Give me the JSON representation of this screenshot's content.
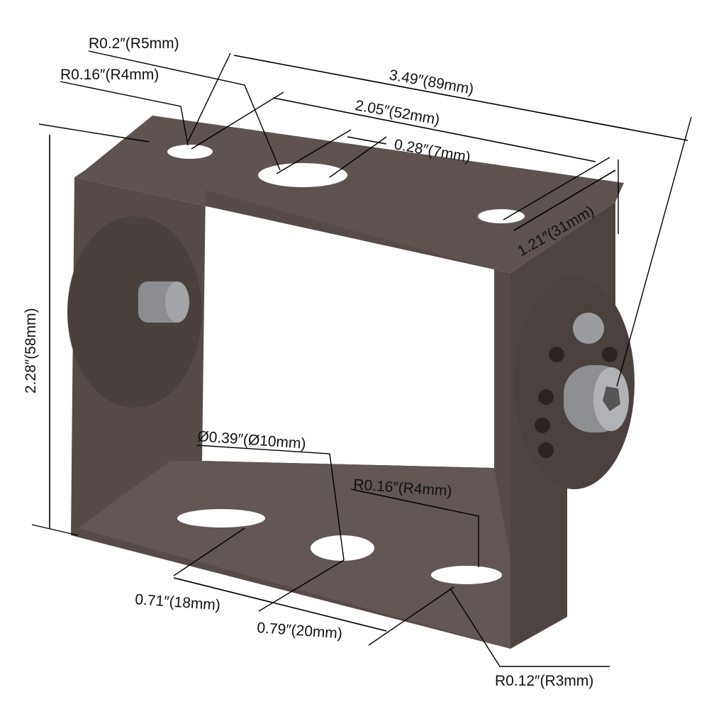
{
  "title": "Adjustable mounting bracket dimension drawing",
  "colors": {
    "bracket": "#5b504d",
    "bracket_dark": "#3f3634",
    "bracket_light": "#6f6461",
    "hardware": "#8a8c8f",
    "line": "#000000"
  },
  "labels": {
    "top_hole_radius_large": "R0.2″(R5mm)",
    "top_hole_radius_small": "R0.16″(R4mm)",
    "overall_length": "3.49″(89mm)",
    "hole_spacing_top": "2.05″(52mm)",
    "slot_width": "0.28″(7mm)",
    "depth": "1.21″(31mm)",
    "height": "2.28″(58mm)",
    "center_hole_diameter": "Ø0.39″(Ø10mm)",
    "bottom_hole_radius": "R0.16″(R4mm)",
    "spacing_left": "0.71″(18mm)",
    "spacing_right": "0.79″(20mm)",
    "keyhole_radius": "R0.12″(R3mm)"
  }
}
